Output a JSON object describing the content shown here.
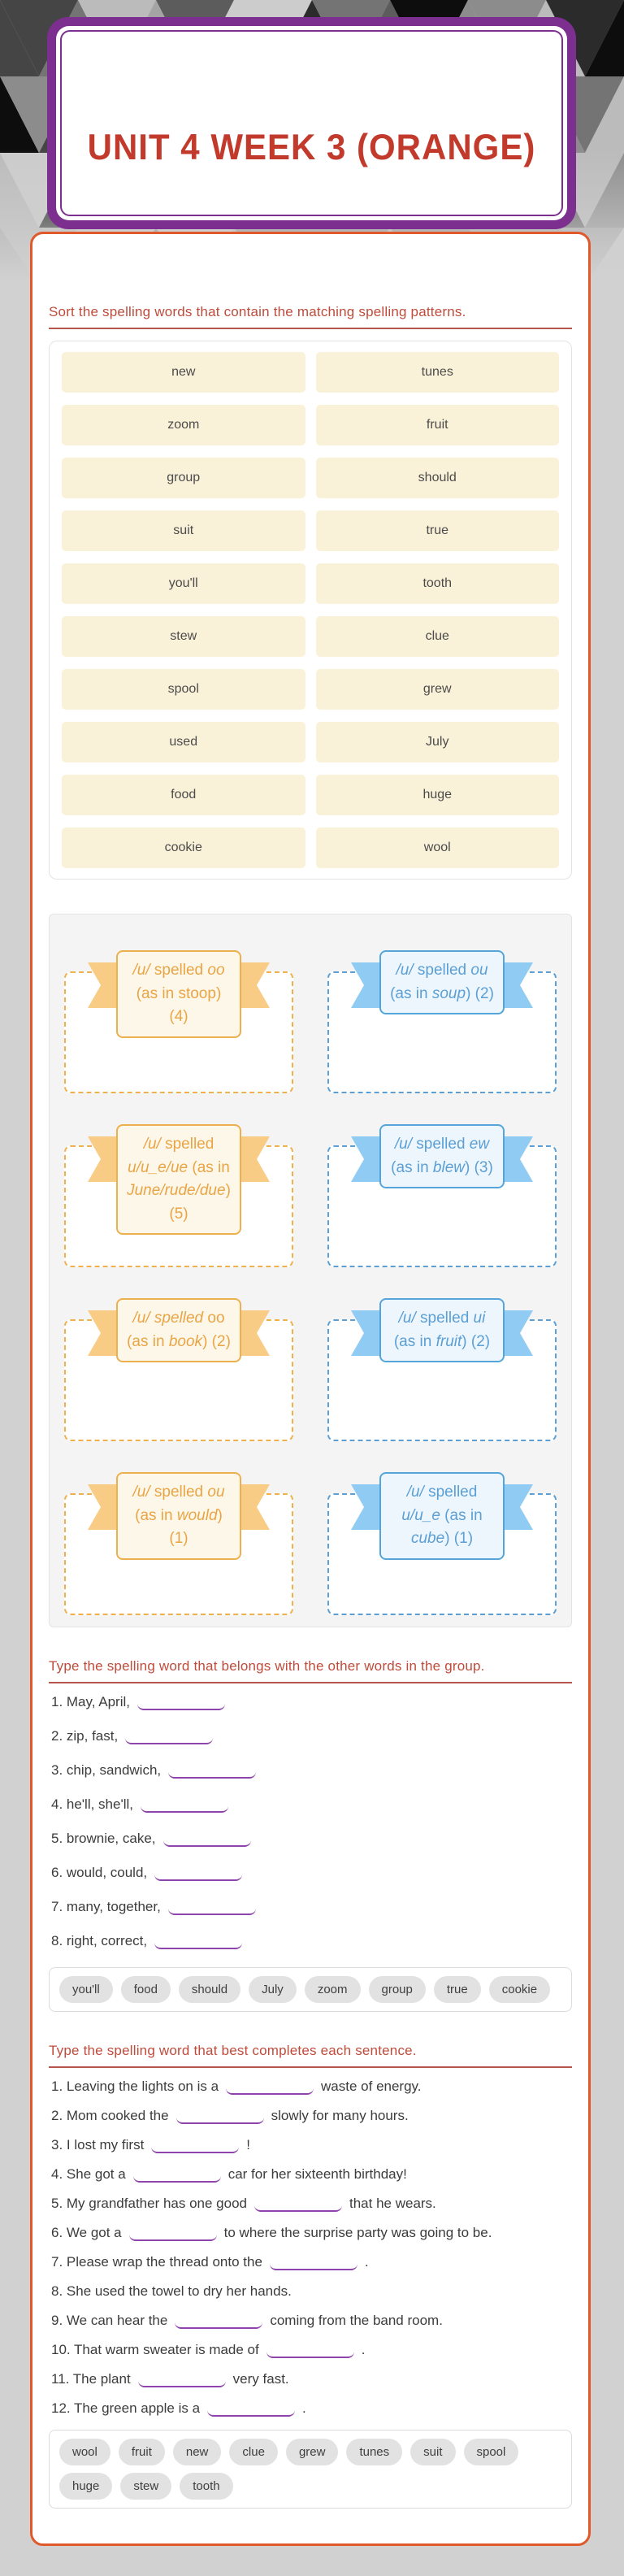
{
  "header": {
    "title": "UNIT 4 WEEK 3 (ORANGE)"
  },
  "colors": {
    "page_background": "#d1d1d1",
    "header_purple": "#7c2f8e",
    "title_red": "#c23a2b",
    "card_border_orange": "#e0592a",
    "instruction_red": "#bf4b3b",
    "tile_cream": "#faf2d8",
    "zone_orange": "#edb04e",
    "zone_blue": "#55a5da",
    "blank_purple": "#8e44ad",
    "bank_pill_gray": "#e2e2e2",
    "mosaic_palette": [
      "#0d0d0d",
      "#2b2b2b",
      "#454545",
      "#5c5c5c",
      "#747474",
      "#8c8c8c",
      "#a4a4a4",
      "#bbbbbb",
      "#cccccc"
    ]
  },
  "sections": {
    "sort": {
      "heading": "Sort the spelling words that contain the matching spelling patterns.",
      "word_tiles": [
        "new",
        "tunes",
        "zoom",
        "fruit",
        "group",
        "should",
        "suit",
        "true",
        "you'll",
        "tooth",
        "stew",
        "clue",
        "spool",
        "grew",
        "used",
        "July",
        "food",
        "huge",
        "cookie",
        "wool"
      ],
      "zones": [
        {
          "theme": "orange",
          "label_segments": [
            {
              "text": "/u/",
              "italic": true
            },
            {
              "text": " spelled ",
              "italic": false
            },
            {
              "text": "oo",
              "italic": true
            },
            {
              "text": " (as in stoop) (4)",
              "italic": false
            }
          ]
        },
        {
          "theme": "blue",
          "label_segments": [
            {
              "text": "/u/",
              "italic": true
            },
            {
              "text": " spelled ",
              "italic": false
            },
            {
              "text": "ou",
              "italic": true
            },
            {
              "text": " (as in ",
              "italic": false
            },
            {
              "text": "soup",
              "italic": true
            },
            {
              "text": ") (2)",
              "italic": false
            }
          ]
        },
        {
          "theme": "orange",
          "label_segments": [
            {
              "text": "/u/",
              "italic": true
            },
            {
              "text": " spelled ",
              "italic": false
            },
            {
              "text": "u/u_e/ue",
              "italic": true
            },
            {
              "text": " (as in ",
              "italic": false
            },
            {
              "text": "June/rude/due",
              "italic": true
            },
            {
              "text": ") (5)",
              "italic": false
            }
          ]
        },
        {
          "theme": "blue",
          "label_segments": [
            {
              "text": "/u/",
              "italic": true
            },
            {
              "text": " spelled ",
              "italic": false
            },
            {
              "text": "ew",
              "italic": true
            },
            {
              "text": " (as in ",
              "italic": false
            },
            {
              "text": "blew",
              "italic": true
            },
            {
              "text": ") (3)",
              "italic": false
            }
          ]
        },
        {
          "theme": "orange",
          "label_segments": [
            {
              "text": "/u/ spelled",
              "italic": true
            },
            {
              "text": " oo (as in ",
              "italic": false
            },
            {
              "text": "book",
              "italic": true
            },
            {
              "text": ") (2)",
              "italic": false
            }
          ]
        },
        {
          "theme": "blue",
          "label_segments": [
            {
              "text": "/u/",
              "italic": true
            },
            {
              "text": " spelled ",
              "italic": false
            },
            {
              "text": "ui",
              "italic": true
            },
            {
              "text": " (as in ",
              "italic": false
            },
            {
              "text": "fruit",
              "italic": true
            },
            {
              "text": ") (2)",
              "italic": false
            }
          ]
        },
        {
          "theme": "orange",
          "label_segments": [
            {
              "text": "/u/",
              "italic": true
            },
            {
              "text": " spelled ",
              "italic": false
            },
            {
              "text": "ou",
              "italic": true
            },
            {
              "text": " (as in ",
              "italic": false
            },
            {
              "text": "would",
              "italic": true
            },
            {
              "text": ") (1)",
              "italic": false
            }
          ]
        },
        {
          "theme": "blue",
          "label_segments": [
            {
              "text": "/u/",
              "italic": true
            },
            {
              "text": " spelled ",
              "italic": false
            },
            {
              "text": "u/u_e",
              "italic": true
            },
            {
              "text": " (as in ",
              "italic": false
            },
            {
              "text": "cube",
              "italic": true
            },
            {
              "text": ") (1)",
              "italic": false
            }
          ]
        }
      ]
    },
    "group": {
      "heading": "Type the spelling word that belongs with the other words in the group.",
      "items": [
        {
          "number": "1.",
          "text": "May, April,"
        },
        {
          "number": "2.",
          "text": "zip, fast,"
        },
        {
          "number": "3.",
          "text": "chip, sandwich,"
        },
        {
          "number": "4.",
          "text": "he'll, she'll,"
        },
        {
          "number": "5.",
          "text": "brownie, cake,"
        },
        {
          "number": "6.",
          "text": "would, could,"
        },
        {
          "number": "7.",
          "text": "many, together,"
        },
        {
          "number": "8.",
          "text": "right, correct,"
        }
      ],
      "word_bank": [
        "you'll",
        "food",
        "should",
        "July",
        "zoom",
        "group",
        "true",
        "cookie"
      ]
    },
    "sentence": {
      "heading": "Type the spelling word that best completes each sentence.",
      "items": [
        {
          "number": "1.",
          "pre": "Leaving the lights on is a",
          "has_blank": true,
          "post": "waste of energy."
        },
        {
          "number": "2.",
          "pre": "Mom cooked the",
          "has_blank": true,
          "post": "slowly for many hours."
        },
        {
          "number": "3.",
          "pre": "I lost my first",
          "has_blank": true,
          "post": "!"
        },
        {
          "number": "4.",
          "pre": "She got a",
          "has_blank": true,
          "post": "car for her sixteenth birthday!"
        },
        {
          "number": "5.",
          "pre": "My grandfather has one good",
          "has_blank": true,
          "post": "that he wears."
        },
        {
          "number": "6.",
          "pre": "We got a",
          "has_blank": true,
          "post": "to where the surprise party was going to be."
        },
        {
          "number": "7.",
          "pre": "Please wrap the thread onto the",
          "has_blank": true,
          "post": "."
        },
        {
          "number": "8.",
          "pre": "She used the towel to dry her hands.",
          "has_blank": false,
          "post": ""
        },
        {
          "number": "9.",
          "pre": "We can hear the",
          "has_blank": true,
          "post": "coming from the band room."
        },
        {
          "number": "10.",
          "pre": "That warm sweater is made of",
          "has_blank": true,
          "post": "."
        },
        {
          "number": "11.",
          "pre": "The plant",
          "has_blank": true,
          "post": "very fast."
        },
        {
          "number": "12.",
          "pre": "The green apple is a",
          "has_blank": true,
          "post": "."
        }
      ],
      "word_bank": [
        "wool",
        "fruit",
        "new",
        "clue",
        "grew",
        "tunes",
        "suit",
        "spool",
        "huge",
        "stew",
        "tooth"
      ]
    }
  }
}
